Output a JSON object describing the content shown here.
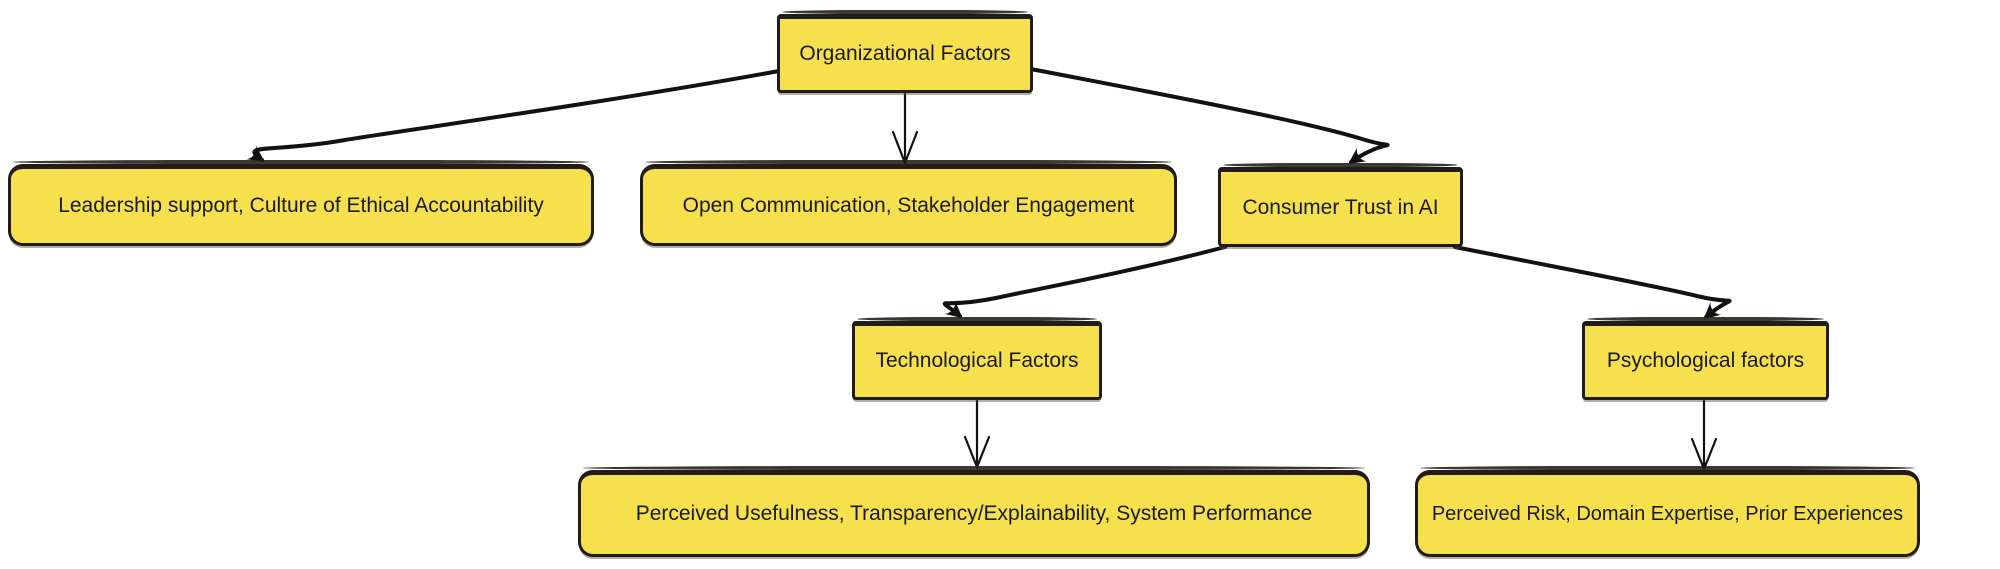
{
  "diagram": {
    "colors": {
      "background": "#ffffff",
      "node_fill": "#f6e04e",
      "node_border": "#211d16",
      "text": "#1a1a1a",
      "arrow": "#121212"
    },
    "nodes": {
      "organizational_factors": {
        "label": "Organizational Factors"
      },
      "leadership": {
        "label": "Leadership support, Culture of Ethical Accountability"
      },
      "open_communication": {
        "label": "Open Communication, Stakeholder Engagement"
      },
      "consumer_trust": {
        "label": "Consumer Trust in AI"
      },
      "technological_factors": {
        "label": "Technological Factors"
      },
      "psychological_factors": {
        "label": "Psychological factors"
      },
      "perceived_usefulness": {
        "label": "Perceived Usefulness, Transparency/Explainability, System Performance"
      },
      "perceived_risk": {
        "label": "Perceived Risk, Domain Expertise, Prior Experiences"
      }
    },
    "edges": [
      {
        "from": "organizational_factors",
        "to": "leadership",
        "style": "hooked-curve"
      },
      {
        "from": "organizational_factors",
        "to": "open_communication",
        "style": "straight-open-arrow"
      },
      {
        "from": "organizational_factors",
        "to": "consumer_trust",
        "style": "hooked-curve"
      },
      {
        "from": "consumer_trust",
        "to": "technological_factors",
        "style": "hooked-curve"
      },
      {
        "from": "consumer_trust",
        "to": "psychological_factors",
        "style": "hooked-curve"
      },
      {
        "from": "technological_factors",
        "to": "perceived_usefulness",
        "style": "straight-open-arrow"
      },
      {
        "from": "psychological_factors",
        "to": "perceived_risk",
        "style": "straight-open-arrow"
      }
    ]
  }
}
